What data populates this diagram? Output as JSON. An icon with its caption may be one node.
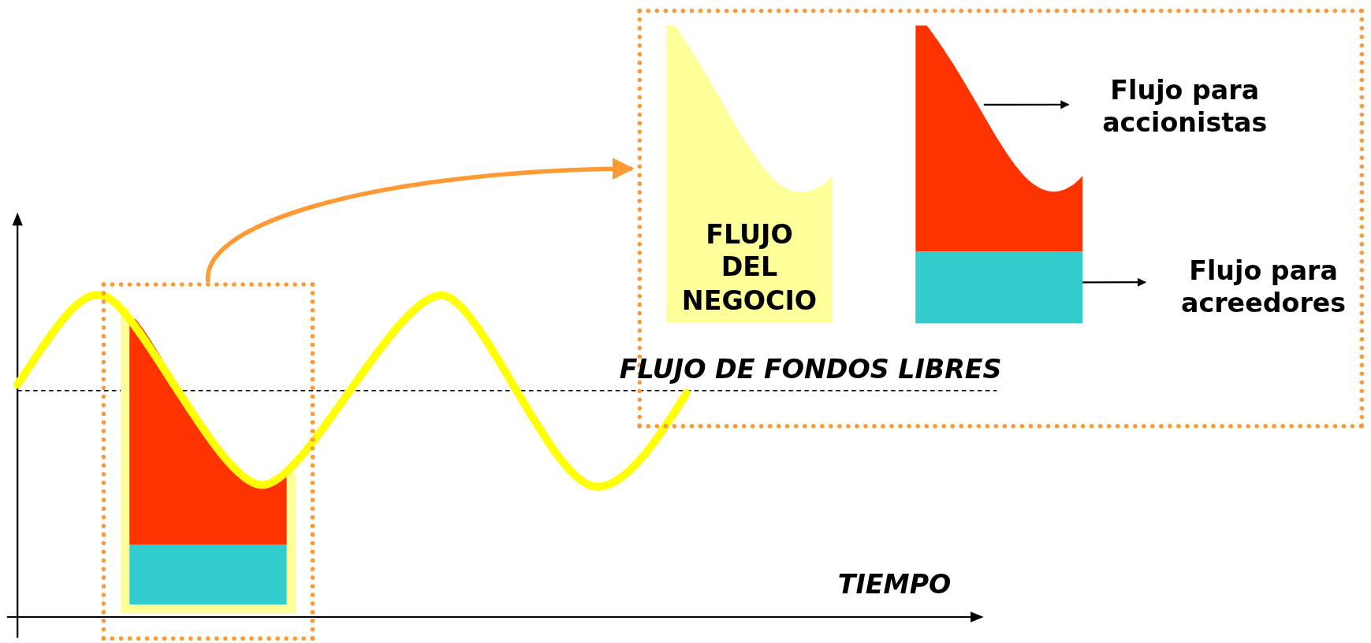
{
  "diagram": {
    "nodes": [
      {
        "text": [],
        "shape": "box"
      },
      {
        "text": [],
        "shape": "box"
      },
      {
        "text": [
          "FLUJO DEL NEGOCIO"
        ],
        "in": 1
      },
      {
        "text": [],
        "shape": "box",
        "in": 1
      },
      {
        "text": [],
        "shape": "box",
        "in": 1
      },
      {
        "text": [
          "Flujo para accionistas"
        ],
        "in": 1
      },
      {
        "text": [
          "Flujo para acreedores"
        ],
        "in": 1
      }
    ],
    "edges": [
      {
        "from": 0,
        "to": 1,
        "arrow": "to",
        "style": "thick",
        "color": "#ff9933"
      },
      {
        "from": 3,
        "to": 5,
        "arrow": "to"
      },
      {
        "from": 4,
        "to": 6,
        "arrow": "to"
      }
    ],
    "labels": [
      "FLUJO DE FONDOS LIBRES",
      "TIEMPO"
    ]
  }
}
